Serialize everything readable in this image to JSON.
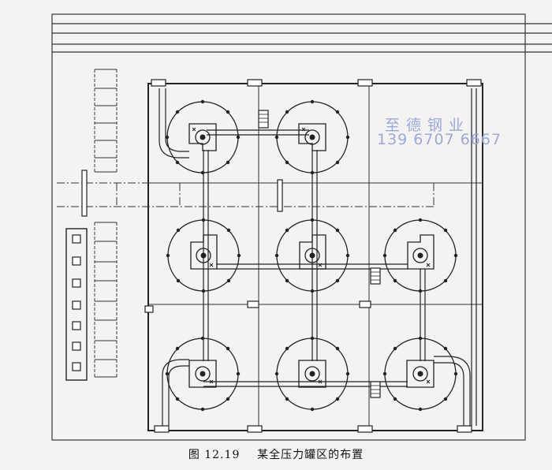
{
  "caption": {
    "label": "图 12.19",
    "title": "某全压力罐区的布置"
  },
  "watermark": {
    "company": "至德钢业",
    "phone": "139 6707 6667",
    "color": "#9aa9d8"
  },
  "diagram": {
    "tank_rows": 3,
    "tank_columns": 3,
    "tanks_in_top_row": 2,
    "line_color": "#222222",
    "background": "#f4f3f1"
  }
}
